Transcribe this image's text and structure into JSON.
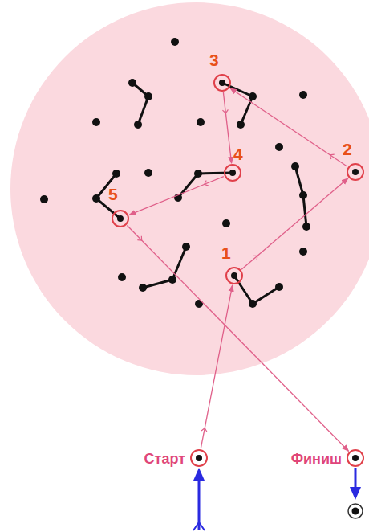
{
  "diagram": {
    "nodes": [
      {
        "text": [
          "1"
        ]
      },
      {
        "text": [
          "2"
        ]
      },
      {
        "text": [
          "3"
        ]
      },
      {
        "text": [
          "4"
        ]
      },
      {
        "text": [
          "5"
        ]
      },
      {
        "text": [
          "Старт"
        ]
      },
      {
        "text": [
          "Финиш"
        ]
      }
    ],
    "edges": [
      {
        "from": 5,
        "to": 0,
        "arrow": "to"
      },
      {
        "from": 0,
        "to": 1,
        "arrow": "to"
      },
      {
        "from": 1,
        "to": 2,
        "arrow": "to"
      },
      {
        "from": 2,
        "to": 3,
        "arrow": "to"
      },
      {
        "from": 3,
        "to": 4,
        "arrow": "to"
      },
      {
        "from": 4,
        "to": 6,
        "arrow": "to"
      }
    ]
  }
}
